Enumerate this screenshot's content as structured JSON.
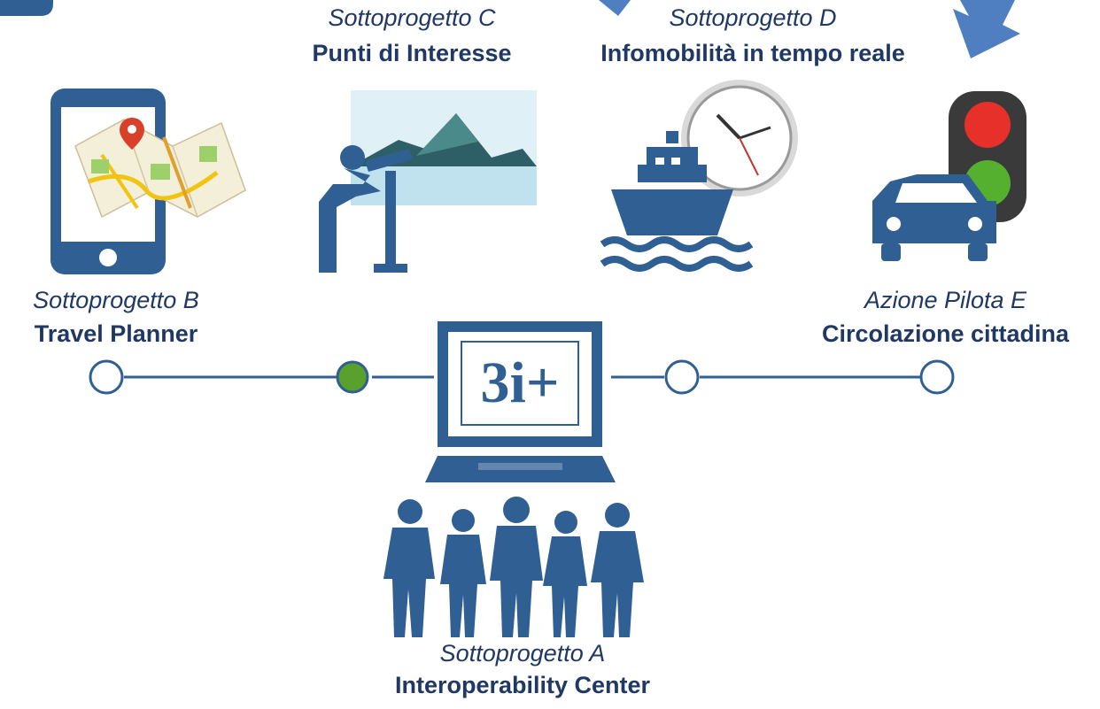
{
  "colors": {
    "primary": "#2f5f93",
    "text": "#1f3864",
    "node_active": "#5aa02c",
    "arrow": "#4f7fc0"
  },
  "icons": {
    "top_left": "badge-corner-icon",
    "arrows": "down-arrow-icon",
    "b": "smartphone-map-icon",
    "c": "viewpoint-telescope-icon",
    "d": "ferry-clock-icon",
    "e": "car-traffic-light-icon",
    "center": "laptop-3i-icon",
    "a": "people-group-icon"
  },
  "center": {
    "screen_label": "3i+"
  },
  "subprojects": {
    "b": {
      "sub": "Sottoprogetto B",
      "name": "Travel Planner"
    },
    "c": {
      "sub": "Sottoprogetto C",
      "name": "Punti di Interesse"
    },
    "d": {
      "sub": "Sottoprogetto D",
      "name": "Infomobilità in tempo reale"
    },
    "e": {
      "sub": "Azione Pilota E",
      "name": "Circolazione cittadina"
    },
    "a": {
      "sub": "Sottoprogetto A",
      "name": "Interoperability Center"
    }
  },
  "network": {
    "nodes": [
      {
        "id": "node-b",
        "active": false
      },
      {
        "id": "node-left",
        "active": true
      },
      {
        "id": "node-right",
        "active": false
      },
      {
        "id": "node-e",
        "active": false
      }
    ]
  }
}
